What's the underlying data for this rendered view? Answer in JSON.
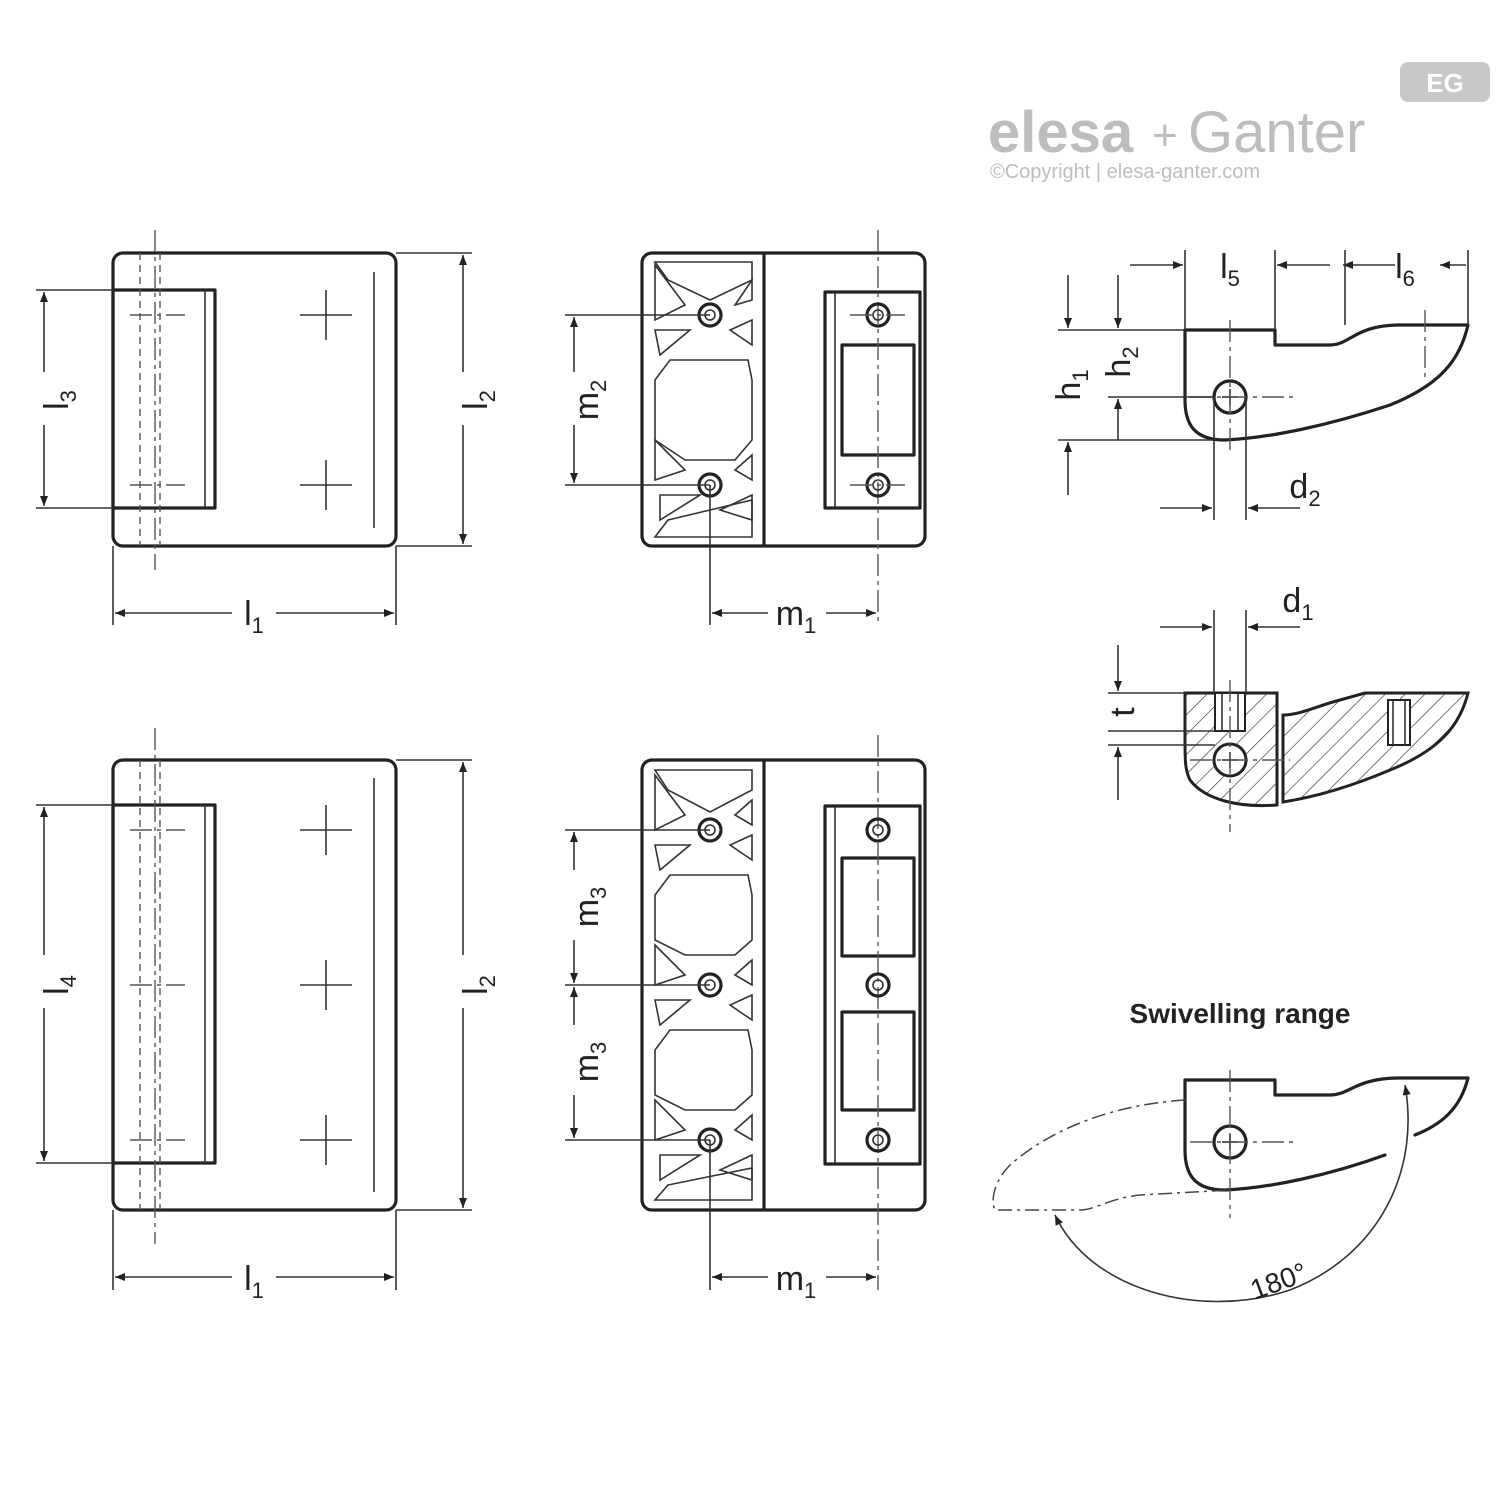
{
  "brand": {
    "logo_part1": "elesa",
    "logo_plus": "+",
    "logo_part2": "Ganter",
    "copyright": "©Copyright | elesa-ganter.com",
    "badge": "EG"
  },
  "labels": {
    "l1": {
      "base": "l",
      "sub": "1"
    },
    "l2": {
      "base": "l",
      "sub": "2"
    },
    "l3": {
      "base": "l",
      "sub": "3"
    },
    "l4": {
      "base": "l",
      "sub": "4"
    },
    "l5": {
      "base": "l",
      "sub": "5"
    },
    "l6": {
      "base": "l",
      "sub": "6"
    },
    "m1": {
      "base": "m",
      "sub": "1"
    },
    "m2": {
      "base": "m",
      "sub": "2"
    },
    "m3": {
      "base": "m",
      "sub": "3"
    },
    "h1": {
      "base": "h",
      "sub": "1"
    },
    "h2": {
      "base": "h",
      "sub": "2"
    },
    "d1": {
      "base": "d",
      "sub": "1"
    },
    "d2": {
      "base": "d",
      "sub": "2"
    },
    "t": "t"
  },
  "swivel": {
    "title": "Swivelling range",
    "angle": "180°"
  }
}
